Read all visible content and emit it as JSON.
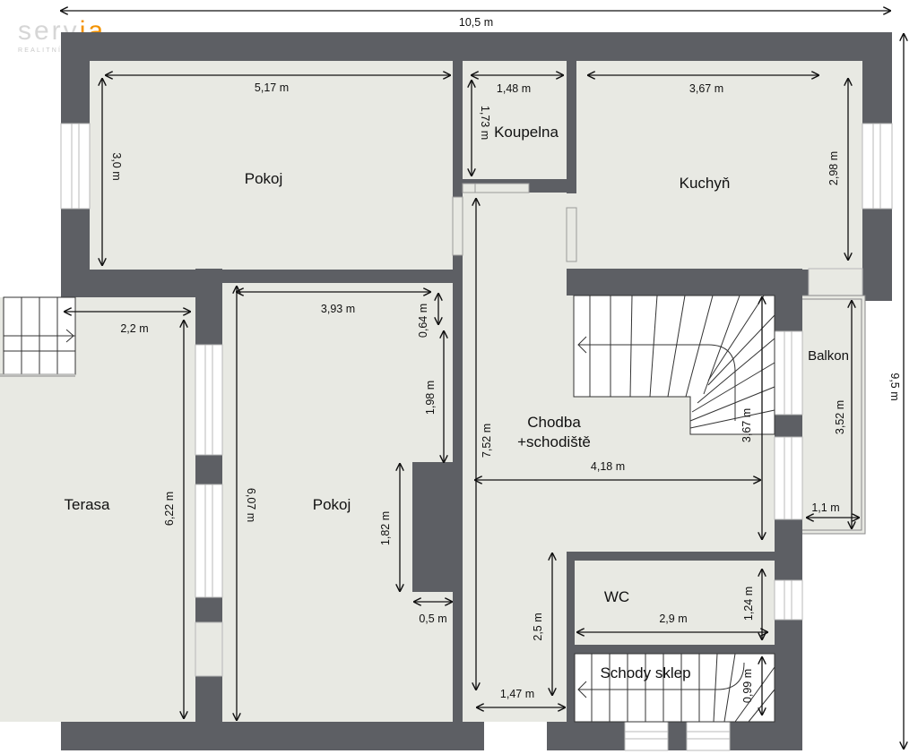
{
  "brand": {
    "name_main": "serv",
    "name_accent": "ia",
    "tagline": "REALITNÍ KANCELÁŘ",
    "accent_color": "#f39200"
  },
  "colors": {
    "wall": "#5d5f64",
    "floor": "#e8e9e3",
    "line": "#111111",
    "stair": "#ffffff"
  },
  "overall": {
    "width_label": "10,5 m",
    "height_label": "9,5 m"
  },
  "rooms": {
    "pokoj_top": "Pokoj",
    "koupelna": "Koupelna",
    "kuchyn": "Kuchyň",
    "balkon": "Balkon",
    "terasa": "Terasa",
    "pokoj_bottom": "Pokoj",
    "chodba_line1": "Chodba",
    "chodba_line2": "+schodiště",
    "wc": "WC",
    "schody_sklep": "Schody sklep"
  },
  "dimensions": {
    "pokoj_top_width": "5,17 m",
    "pokoj_top_height": "3,0 m",
    "koupelna_width": "1,48 m",
    "koupelna_height": "1,73 m",
    "kuchyn_width": "3,67 m",
    "kuchyn_height": "2,98 m",
    "terasa_width": "2,2 m",
    "terasa_height": "6,22 m",
    "pokoj_bottom_width": "3,93 m",
    "pokoj_bottom_height": "6,07 m",
    "wall_gap": "0,64 m",
    "closet_gap": "1,98 m",
    "closet_height": "1,82 m",
    "closet_width": "0,5 m",
    "chodba_height": "7,52 m",
    "chodba_width": "4,18 m",
    "stair_height": "3,67 m",
    "balkon_height": "3,52 m",
    "balkon_width": "1,1 m",
    "wc_width": "2,9 m",
    "wc_height": "1,24 m",
    "passage_height": "2,5 m",
    "passage_width": "1,47 m",
    "sklep_height": "0,99 m"
  }
}
